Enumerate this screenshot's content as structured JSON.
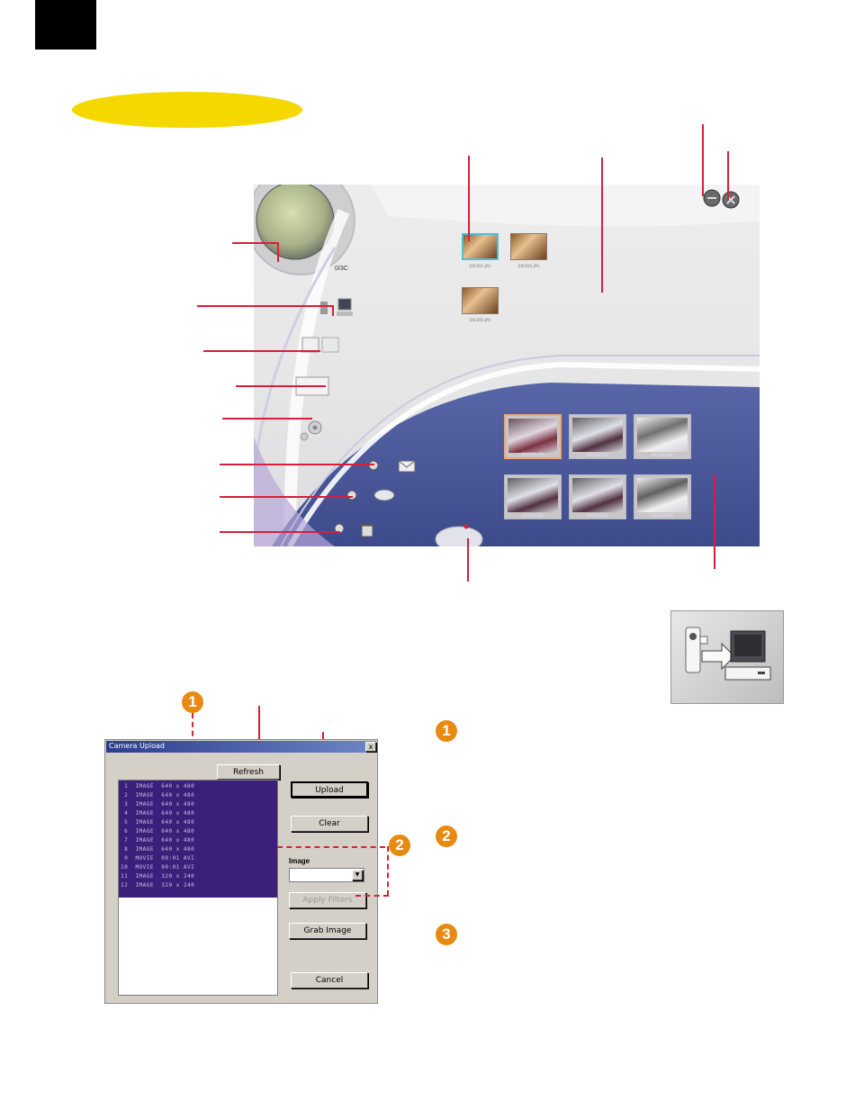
{
  "main_window": {
    "counter_label": "0/3C",
    "top_images": [
      {
        "caption": "DSC001.JPG",
        "selected": true
      },
      {
        "caption": "DSC002.JPG",
        "selected": false
      },
      {
        "caption": "DSC003.JPG",
        "selected": false
      }
    ],
    "camera_images": [
      {
        "caption": "DSC001.JPG",
        "selected": true
      },
      {
        "caption": "DSC002.JPG",
        "selected": false
      },
      {
        "caption": "DSC003.JPG",
        "selected": false
      },
      {
        "caption": "DSC004.JPG",
        "selected": false
      },
      {
        "caption": "DSC005.JPG",
        "selected": false
      },
      {
        "caption": "DSC006.JPG",
        "selected": false
      }
    ]
  },
  "dialog": {
    "title": "Camera Upload",
    "close_label": "x",
    "refresh_label": "Refresh",
    "upload_label": "Upload",
    "clear_label": "Clear",
    "image_label": "Image",
    "image_select_value": "",
    "apply_label": "Apply Filters",
    "grab_label": "Grab Image",
    "cancel_label": "Cancel",
    "rows": [
      " 1  IMAGE  640 x 480",
      " 2  IMAGE  640 x 480",
      " 3  IMAGE  640 x 480",
      " 4  IMAGE  640 x 480",
      " 5  IMAGE  640 x 480",
      " 6  IMAGE  640 x 480",
      " 7  IMAGE  640 x 480",
      " 8  IMAGE  640 x 480",
      " 9  MOVIE  00:01 AVI",
      "10  MOVIE  00:01 AVI",
      "11  IMAGE  320 x 240",
      "12  IMAGE  320 x 240"
    ]
  },
  "callouts": {
    "one": "1",
    "two": "2",
    "three": "3"
  },
  "colors": {
    "accent_red": "#d6203a",
    "highlight_yellow": "#f5d800",
    "callout_orange": "#e88a12",
    "panel_blue": "#4a5a9e"
  }
}
